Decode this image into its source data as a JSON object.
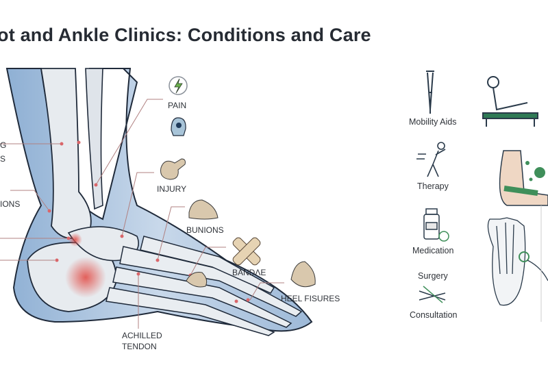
{
  "title": "ot and Ankle Clinics: Conditions and Care",
  "left_labels": {
    "partial_1": "G",
    "partial_2": "S",
    "partial_3": "IONS"
  },
  "conditions": {
    "pain": "PAIN",
    "injury": "INJURY",
    "bunions": "BUNIONS",
    "bandage": "BANDΛE",
    "heel_fissures": "HEEL FISURES",
    "achilles_line1": "ACHILLED",
    "achilles_line2": "TENDON"
  },
  "care": {
    "mobility_aids": "Mobility Aids",
    "therapy": "Therapy",
    "medication": "Medication",
    "surgery": "Surgery",
    "consultation": "Consultation"
  },
  "colors": {
    "skin_blue": "#a9c1dc",
    "bone": "#e7ebef",
    "outline": "#1f2a3a",
    "leader_line": "#b08080",
    "inflammation": "#e2504a",
    "accent_green": "#3f8f5a",
    "bump_beige": "#d9c8ad"
  }
}
